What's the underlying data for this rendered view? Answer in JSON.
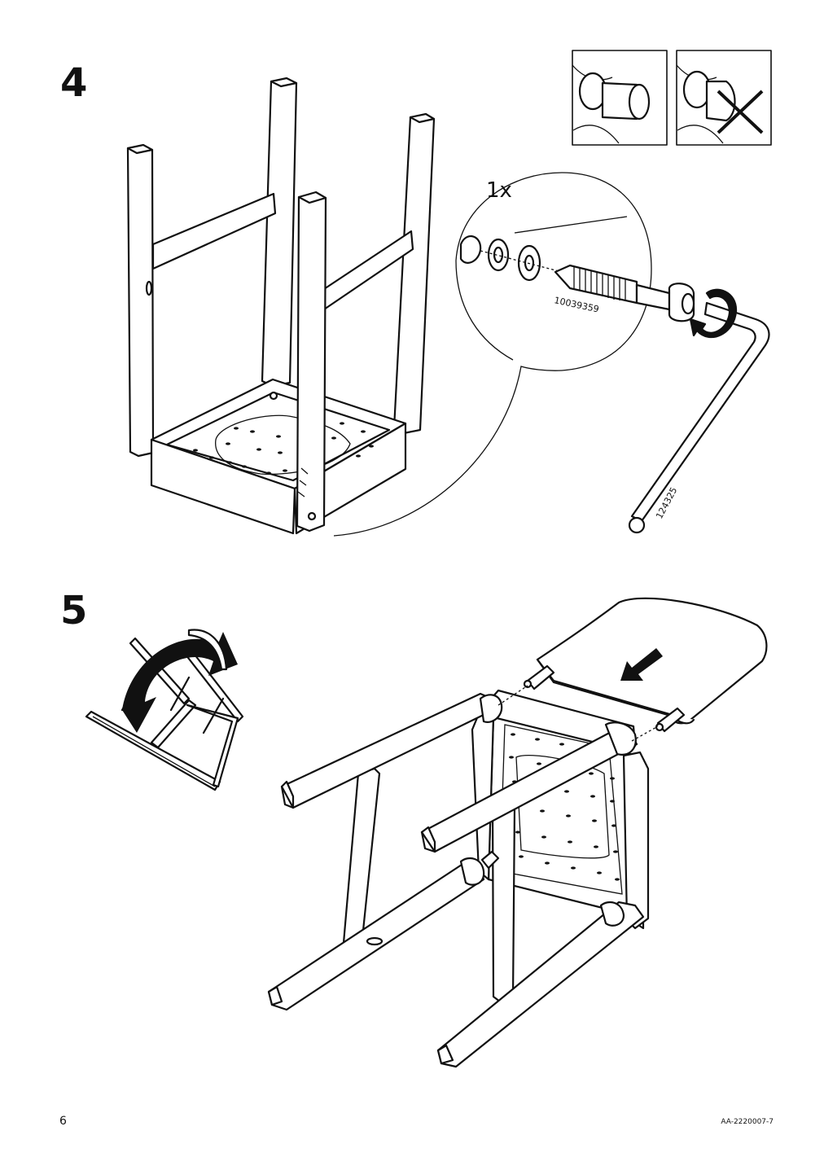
{
  "steps": [
    {
      "number": "4",
      "quantity": "1x",
      "screw_part": "10039359",
      "key_part": "124325"
    },
    {
      "number": "5"
    }
  ],
  "footer": {
    "page_number": "6",
    "document_code": "AA-2220007-7"
  }
}
